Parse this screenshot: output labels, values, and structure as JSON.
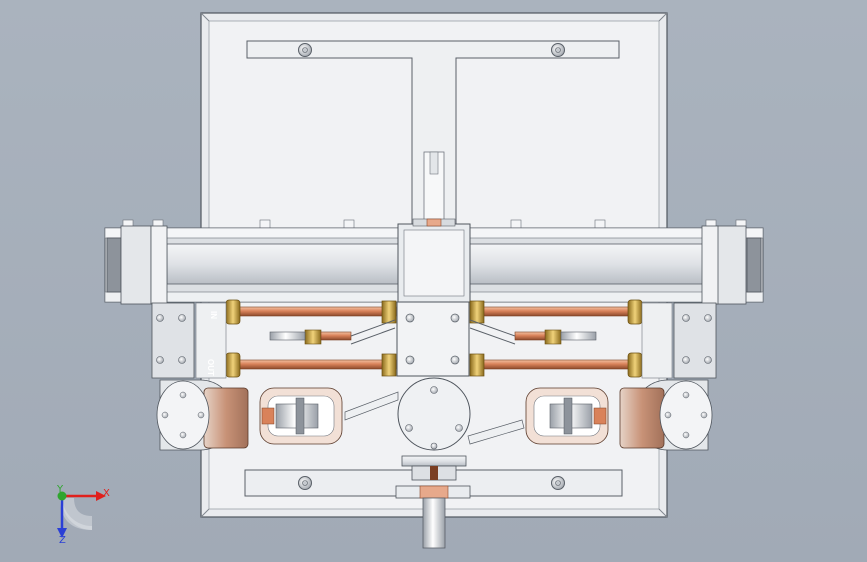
{
  "viewport": {
    "background": "#a6afba",
    "accent_copper": "#d98a64",
    "accent_brass": "#c9a23c",
    "steel": "#d9dde2"
  },
  "labels": {
    "port_in": "IN",
    "port_out": "OUT"
  },
  "triad": {
    "x_label": "X",
    "y_label": "Y",
    "z_label": "Z",
    "x_color": "#e0201c",
    "y_color": "#2fa52f",
    "z_color": "#2a3fd6"
  }
}
